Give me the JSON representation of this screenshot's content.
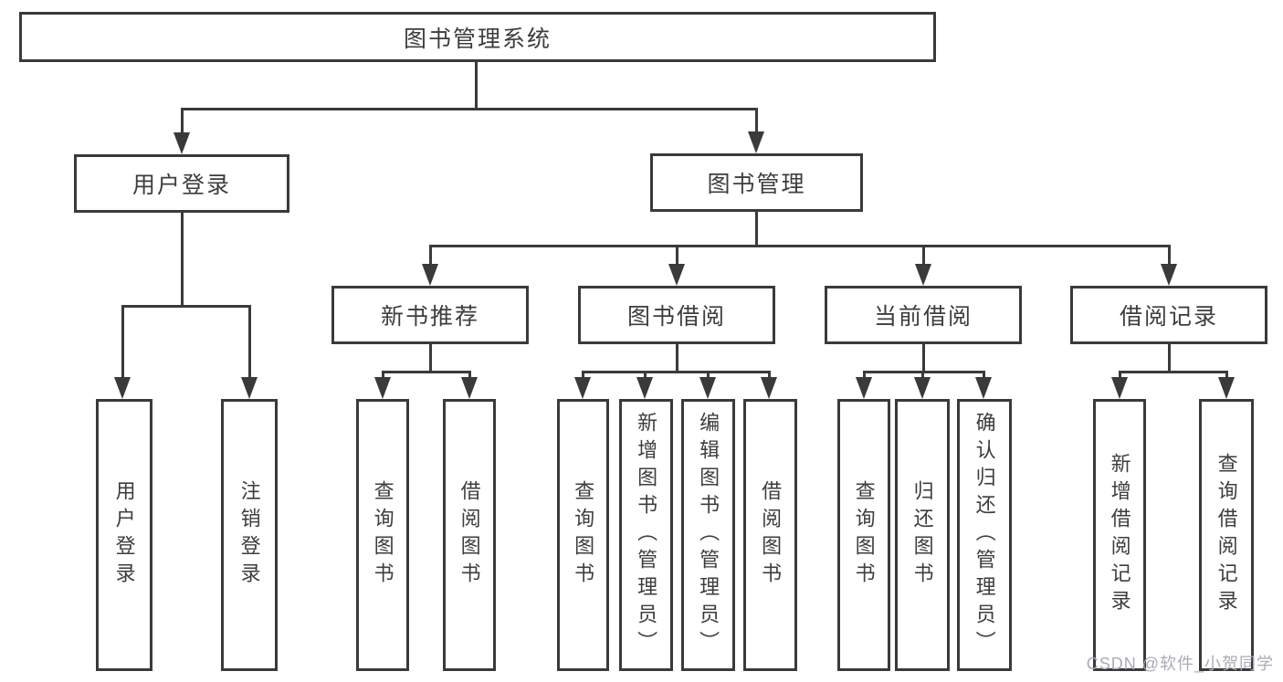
{
  "diagram": {
    "title_node": "图书管理系统",
    "tree": {
      "label": "图书管理系统",
      "children": [
        {
          "label": "用户登录",
          "children": [
            {
              "label": "用户登录"
            },
            {
              "label": "注销登录"
            }
          ]
        },
        {
          "label": "图书管理",
          "children": [
            {
              "label": "新书推荐",
              "children": [
                {
                  "label": "查询图书"
                },
                {
                  "label": "借阅图书"
                }
              ]
            },
            {
              "label": "图书借阅",
              "children": [
                {
                  "label": "查询图书"
                },
                {
                  "label": "新增图书（管理员）"
                },
                {
                  "label": "编辑图书（管理员）"
                },
                {
                  "label": "借阅图书"
                }
              ]
            },
            {
              "label": "当前借阅",
              "children": [
                {
                  "label": "查询图书"
                },
                {
                  "label": "归还图书"
                },
                {
                  "label": "确认归还（管理员）"
                }
              ]
            },
            {
              "label": "借阅记录",
              "children": [
                {
                  "label": "新增借阅记录"
                },
                {
                  "label": "查询借阅记录"
                }
              ]
            }
          ]
        }
      ]
    },
    "colors": {
      "line": "#3a3a3a",
      "text": "#3d3d3d",
      "watermark": "#a9acb3",
      "background": "#ffffff"
    },
    "watermark": "CSDN @软件_小贺同学"
  }
}
